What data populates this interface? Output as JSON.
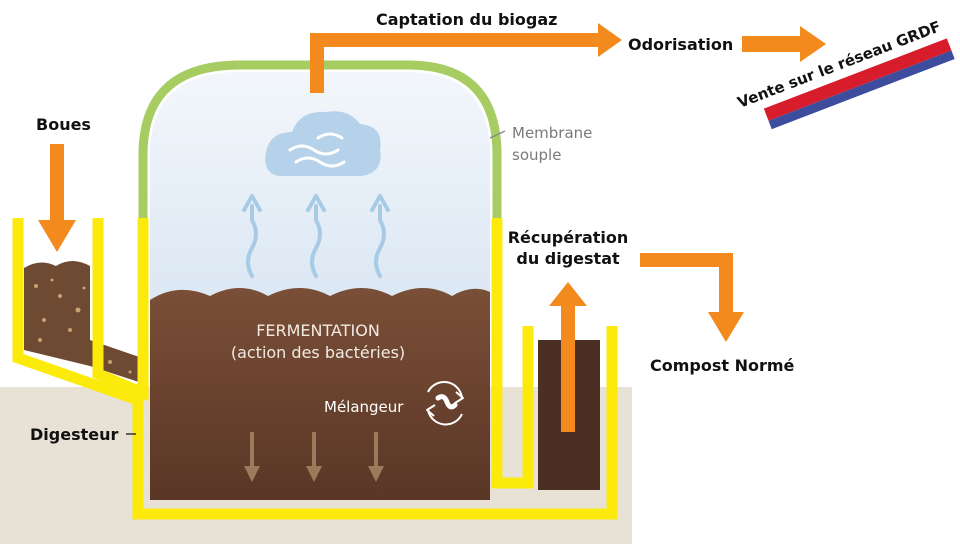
{
  "labels": {
    "captation": "Captation du biogaz",
    "odorisation": "Odorisation",
    "vente": "Vente sur le réseau GRDF",
    "boues": "Boues",
    "membrane_line1": "Membrane",
    "membrane_line2": "souple",
    "recuperation_line1": "Récupération",
    "recuperation_line2": "du digestat",
    "compost": "Compost Normé",
    "fermentation_line1": "FERMENTATION",
    "fermentation_line2": "(action des bactéries)",
    "melangeur": "Mélangeur",
    "digesteur": "Digesteur"
  },
  "colors": {
    "arrow_orange": "#f28a1e",
    "wall_yellow": "#fbea0c",
    "membrane_green": "#a6cc62",
    "digestate_brown": "#6b4430",
    "ground_beige": "#e7e1d6",
    "gas_sky": "#dfe9f4",
    "cloud_blue": "#b5d2ea",
    "pipe_red": "#d71d2b",
    "pipe_blue": "#3d4c9c"
  }
}
